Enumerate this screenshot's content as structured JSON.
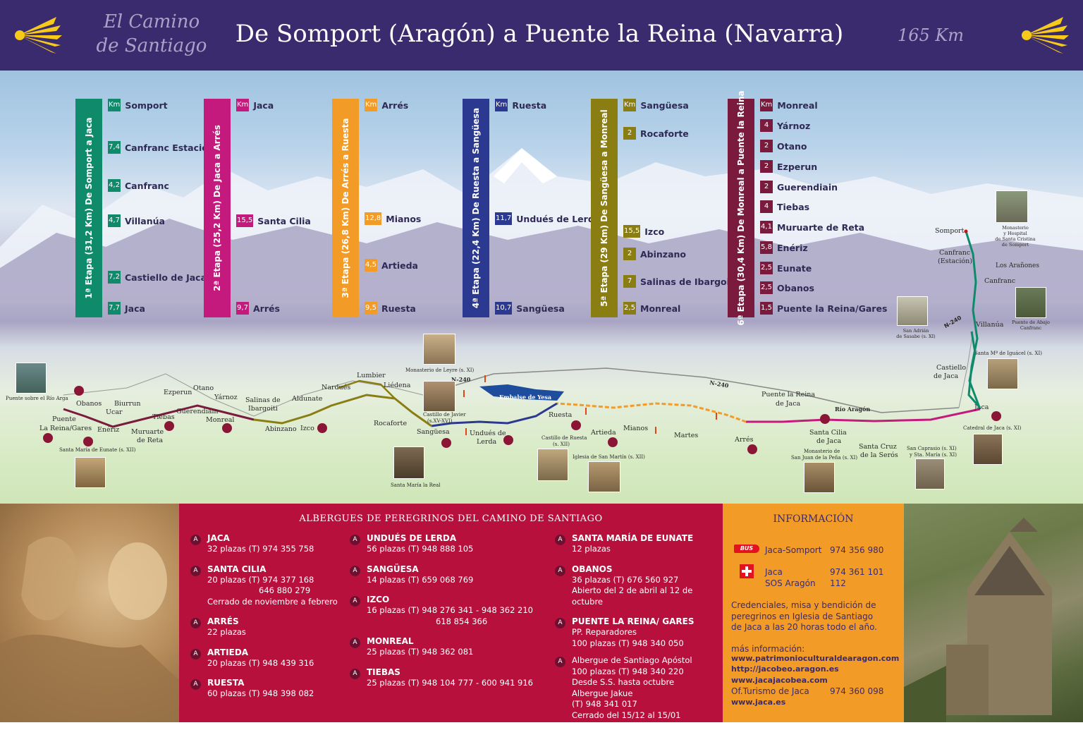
{
  "header": {
    "subtitle_line1": "El Camino",
    "subtitle_line2": "de Santiago",
    "title": "De Somport (Aragón) a Puente la Reina (Navarra)",
    "distance": "165 Km"
  },
  "colors": {
    "header_bg": "#3a2b6e",
    "stage1": "#0f8a6a",
    "stage2": "#c51a7d",
    "stage3": "#f39b27",
    "stage4": "#2b3990",
    "stage5": "#8a7d12",
    "stage6": "#7a1a3c",
    "albergues_bg": "#b8103d",
    "info_bg": "#f39b27"
  },
  "stages": [
    {
      "label": "1ª Etapa (31,2 Km) De Somport a Jaca",
      "stops": [
        {
          "km": "Km",
          "name": "Somport"
        },
        {
          "km": "7,4",
          "name": "Canfranc Estación"
        },
        {
          "km": "4,2",
          "name": "Canfranc"
        },
        {
          "km": "4,7",
          "name": "Villanúa"
        },
        {
          "km": "7,2",
          "name": "Castiello de Jaca"
        },
        {
          "km": "7,7",
          "name": "Jaca"
        }
      ]
    },
    {
      "label": "2ª Etapa (25,2 Km) De Jaca a Arrés",
      "stops": [
        {
          "km": "Km",
          "name": "Jaca"
        },
        {
          "km": "15,5",
          "name": "Santa Cilia"
        },
        {
          "km": "9,7",
          "name": "Arrés"
        }
      ]
    },
    {
      "label": "3ª Etapa (26,8 Km) De Arrés a Ruesta",
      "stops": [
        {
          "km": "Km",
          "name": "Arrés"
        },
        {
          "km": "12,8",
          "name": "Mianos"
        },
        {
          "km": "4,5",
          "name": "Artieda"
        },
        {
          "km": "9,5",
          "name": "Ruesta"
        }
      ]
    },
    {
      "label": "4ª Etapa (22,4 Km) De Ruesta a Sangüesa",
      "stops": [
        {
          "km": "Km",
          "name": "Ruesta"
        },
        {
          "km": "11,7",
          "name": "Undués de Lerda"
        },
        {
          "km": "10,7",
          "name": "Sangüesa"
        }
      ]
    },
    {
      "label": "5ª Etapa (29 Km) De Sangüesa a Monreal",
      "stops": [
        {
          "km": "Km",
          "name": "Sangüesa"
        },
        {
          "km": "2",
          "name": "Rocaforte"
        },
        {
          "km": "15,5",
          "name": "Izco"
        },
        {
          "km": "2",
          "name": "Abinzano"
        },
        {
          "km": "7",
          "name": "Salinas de Ibargoiti"
        },
        {
          "km": "2,5",
          "name": "Monreal"
        }
      ]
    },
    {
      "label": "6ª Etapa (30,4 Km) De Monreal a Puente la Reina",
      "stops": [
        {
          "km": "Km",
          "name": "Monreal"
        },
        {
          "km": "4",
          "name": "Yárnoz"
        },
        {
          "km": "2",
          "name": "Otano"
        },
        {
          "km": "2",
          "name": "Ezperun"
        },
        {
          "km": "2",
          "name": "Guerendiain"
        },
        {
          "km": "4",
          "name": "Tiebas"
        },
        {
          "km": "4,1",
          "name": "Muruarte de Reta"
        },
        {
          "km": "5,8",
          "name": "Enériz"
        },
        {
          "km": "2,5",
          "name": "Eunate"
        },
        {
          "km": "2,5",
          "name": "Obanos"
        },
        {
          "km": "1,5",
          "name": "Puente la Reina/Gares"
        }
      ]
    }
  ],
  "map": {
    "towns": {
      "somport": "Somport",
      "canfranc_estacion_1": "Canfranc",
      "canfranc_estacion_2": "(Estación)",
      "canfranc": "Canfranc",
      "villanua": "Villanúa",
      "castiello_1": "Castiello",
      "castiello_2": "de Jaca",
      "jaca": "Jaca",
      "santa_cilia_1": "Santa Cilia",
      "santa_cilia_2": "de Jaca",
      "santa_cruz_1": "Santa Cruz",
      "santa_cruz_2": "de la Serós",
      "arres": "Arrés",
      "martes": "Martes",
      "mianos": "Mianos",
      "artieda": "Artieda",
      "ruesta": "Ruesta",
      "undues_1": "Undués de",
      "undues_2": "Lerda",
      "sanguesa": "Sangüesa",
      "rocaforte": "Rocaforte",
      "liedena": "Liédena",
      "lumbier": "Lumbier",
      "narbues": "Nardués",
      "aldunate": "Aldunate",
      "izco": "Izco",
      "abinzano": "Abinzano",
      "salinas_1": "Salinas de",
      "salinas_2": "Ibargoiti",
      "monreal": "Monreal",
      "yarnoz": "Yárnoz",
      "otano": "Otano",
      "ezperun": "Ezperun",
      "guerendiain": "Guerendiain",
      "tiebas": "Tiebas",
      "muruarte_1": "Muruarte",
      "muruarte_2": "de Reta",
      "biurrun": "Biurrun",
      "ucar": "Ucar",
      "eneriz": "Enériz",
      "obanos": "Obanos",
      "puente_1": "Puente",
      "puente_2": "La Reina/Gares",
      "puente_la_reina_jaca_1": "Puente la Reina",
      "puente_la_reina_jaca_2": "de Jaca"
    },
    "roads": {
      "n240_a": "N-240",
      "n240_b": "N-240",
      "n240_c": "N-240",
      "rio_aragon": "Río Aragón",
      "embalse": "Embalse de Yesa"
    },
    "landmarks": {
      "monasterio_somport_1": "Monasterio",
      "monasterio_somport_2": "y Hospital",
      "monasterio_somport_3": "de Santa Cristina",
      "monasterio_somport_4": "de Somport",
      "aranones": "Los Arañones",
      "puente_abajo_1": "Puente de Abajo",
      "puente_abajo_2": "Canfranc",
      "san_adrian_1": "San Adrián",
      "san_adrian_2": "de Sasabe (s. XI)",
      "iguacel": "Santa Mª de Iguácel (s. XI)",
      "catedral_jaca": "Catedral de Jaca (s. XI)",
      "san_caprasio_1": "San Caprasio (s. XI)",
      "san_caprasio_2": "y Sta. María (s. XI)",
      "san_juan_pena_1": "Monasterio de",
      "san_juan_pena_2": "San Juan de la Peña (s. XI)",
      "castillo_ruesta_1": "Castillo de Ruesta",
      "castillo_ruesta_2": "(s. XII)",
      "san_martin": "Iglesia de San Martín (s. XII)",
      "leyre": "Monasterio de Leyre (s. XI)",
      "javier_1": "Castillo de Javier",
      "javier_2": "(s.XV-XVI)",
      "santa_maria_real": "Santa María la Real",
      "eunate": "Santa María de Eunate (s. XII)",
      "puente_rio_arga": "Puente sobre el Río Arga"
    }
  },
  "albergues": {
    "title": "ALBERGUES DE PEREGRINOS DEL CAMINO DE SANTIAGO",
    "badge": "A",
    "col1": [
      {
        "name": "JACA",
        "lines": [
          "32 plazas (T) 974 355 758"
        ]
      },
      {
        "name": "SANTA CILIA",
        "lines": [
          "20 plazas (T) 974 377 168",
          "646 880 279",
          "Cerrado de noviembre a febrero"
        ]
      },
      {
        "name": "ARRÉS",
        "lines": [
          "22 plazas"
        ]
      },
      {
        "name": "ARTIEDA",
        "lines": [
          "20 plazas (T) 948 439 316"
        ]
      },
      {
        "name": "RUESTA",
        "lines": [
          "60 plazas (T) 948 398 082"
        ]
      }
    ],
    "col2": [
      {
        "name": "UNDUÉS DE LERDA",
        "lines": [
          "56 plazas (T) 948 888 105"
        ]
      },
      {
        "name": "SANGÜESA",
        "lines": [
          "14 plazas (T) 659 068 769"
        ]
      },
      {
        "name": "IZCO",
        "lines": [
          "16 plazas (T) 948 276 341 - 948 362 210",
          "618 854 366"
        ]
      },
      {
        "name": "MONREAL",
        "lines": [
          "25 plazas (T) 948 362 081"
        ]
      },
      {
        "name": "TIEBAS",
        "lines": [
          "25 plazas (T) 948 104 777 - 600 941 916"
        ]
      }
    ],
    "col3": [
      {
        "name": "SANTA MARÍA DE EUNATE",
        "lines": [
          "12 plazas"
        ]
      },
      {
        "name": "OBANOS",
        "lines": [
          "36 plazas (T) 676 560 927",
          "Abierto del 2 de abril al 12 de octubre"
        ]
      },
      {
        "name": "PUENTE LA REINA/ GARES",
        "lines": [
          "PP. Reparadores",
          "100 plazas (T) 948 340 050"
        ]
      },
      {
        "name": "",
        "lines": [
          "Albergue de Santiago Apóstol",
          "100 plazas (T) 948 340 220",
          "Desde S.S. hasta octubre",
          "Albergue Jakue",
          "(T) 948 341 017",
          "Cerrado del 15/12 al 15/01"
        ]
      }
    ]
  },
  "info": {
    "title": "INFORMACIÓN",
    "bus_label": "BUS",
    "bus_route": "Jaca-Somport",
    "bus_phone": "974 356 980",
    "health_1": "Jaca",
    "health_1_phone": "974 361 101",
    "health_2": "SOS Aragón",
    "health_2_phone": "112",
    "note_1": "Credenciales, misa y bendición de",
    "note_2": "peregrinos en Iglesia de Santiago",
    "note_3": "de Jaca a las 20 horas todo el año.",
    "more": "más información:",
    "link_1": "www.patrimonioculturaldearagon.com",
    "link_2": "http://jacobeo.aragon.es",
    "link_3": "www.jacajacobea.com",
    "oficina": "Of.Turismo de Jaca",
    "oficina_phone": "974 360 098",
    "link_4": "www.jaca.es"
  }
}
